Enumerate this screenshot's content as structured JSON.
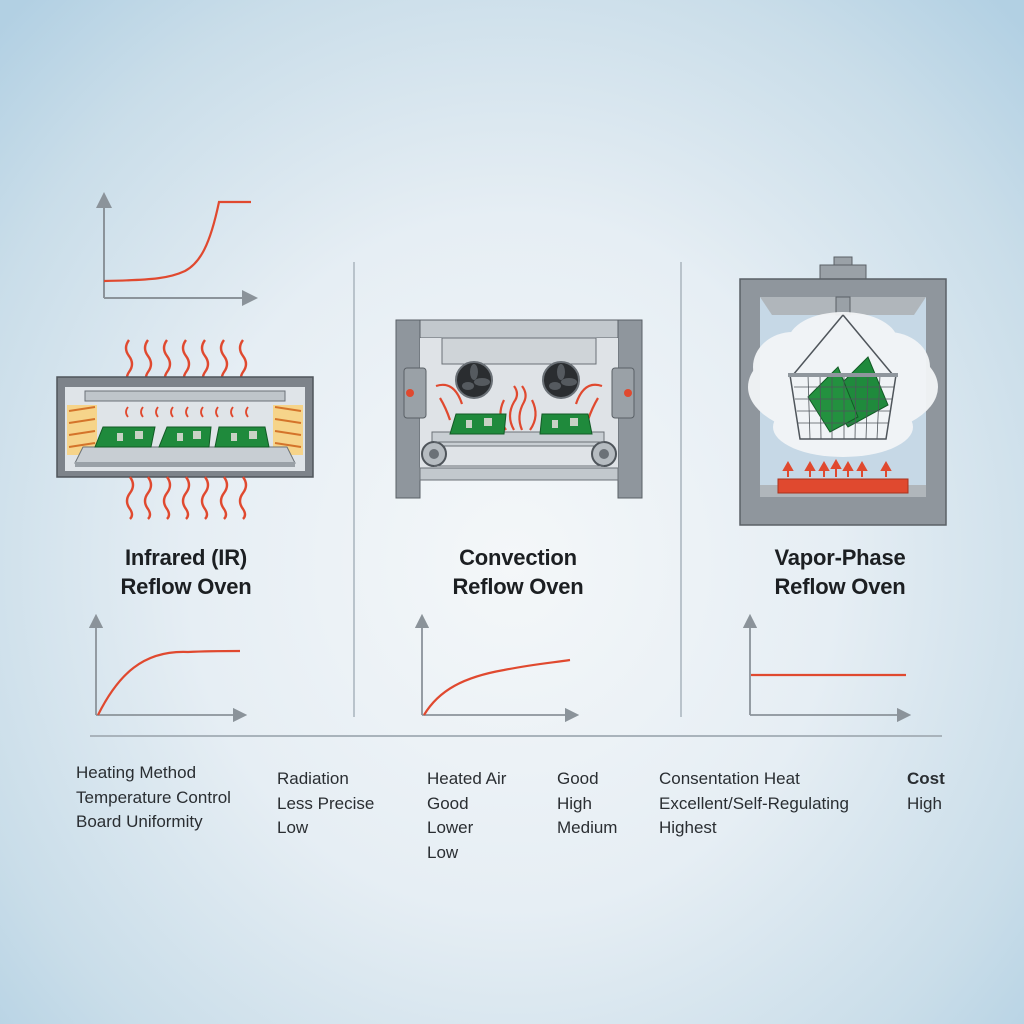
{
  "ovens": [
    {
      "id": "ir",
      "title_line1": "Infrared (IR)",
      "title_line2": "Reflow Oven"
    },
    {
      "id": "convection",
      "title_line1": "Convection",
      "title_line2": "Reflow Oven"
    },
    {
      "id": "vapor",
      "title_line1": "Vapor-Phase",
      "title_line2": "Reflow Oven"
    }
  ],
  "table": {
    "row_labels": [
      "Heating Method",
      "Temperature Control",
      "Board Uniformity"
    ],
    "ir_values": [
      "Radiation",
      "Less Precise",
      "Low"
    ],
    "convection_values_a": [
      "Heated Air",
      "Good",
      "Lower",
      "Low"
    ],
    "convection_values_b": [
      "Good",
      "High",
      "Medium"
    ],
    "vapor_values": [
      "Consentation Heat",
      "Excellent/Self-Regulating",
      "Highest"
    ],
    "cost_header": "Cost",
    "cost_values": [
      "High"
    ]
  },
  "colors": {
    "heat_red": "#e0492f",
    "pcb_green": "#1f8a3c",
    "metal_gray": "#8a9097",
    "axis_gray": "#8b939a",
    "background_blue": "#c9dde9"
  },
  "chart_data": [
    {
      "type": "line",
      "name": "top-left-profile",
      "title": "",
      "xlabel": "",
      "ylabel": "",
      "x": [
        0,
        0.2,
        0.4,
        0.55,
        0.7,
        0.85,
        1.0
      ],
      "values": [
        0.1,
        0.12,
        0.18,
        0.35,
        0.7,
        1.0,
        1.0
      ],
      "description": "S-curve rising to a flat plateau"
    },
    {
      "type": "line",
      "name": "ir-profile",
      "title": "",
      "xlabel": "",
      "ylabel": "",
      "x": [
        0,
        0.1,
        0.25,
        0.45,
        0.7,
        1.0
      ],
      "values": [
        0,
        0.4,
        0.7,
        0.86,
        0.93,
        0.95
      ],
      "description": "fast rise then plateau"
    },
    {
      "type": "line",
      "name": "convection-profile",
      "title": "",
      "xlabel": "",
      "ylabel": "",
      "x": [
        0,
        0.1,
        0.25,
        0.5,
        0.75,
        1.0
      ],
      "values": [
        0,
        0.3,
        0.5,
        0.65,
        0.73,
        0.78
      ],
      "description": "gradual logarithmic rise"
    },
    {
      "type": "line",
      "name": "vapor-profile",
      "title": "",
      "xlabel": "",
      "ylabel": "",
      "x": [
        0,
        1.0
      ],
      "values": [
        0.5,
        0.5
      ],
      "description": "constant flat temperature"
    }
  ]
}
